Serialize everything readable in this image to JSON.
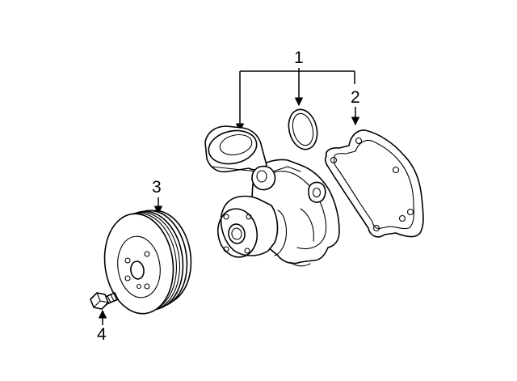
{
  "diagram": {
    "callouts": [
      {
        "id": "callout-1",
        "label": "1"
      },
      {
        "id": "callout-2",
        "label": "2"
      },
      {
        "id": "callout-3",
        "label": "3"
      },
      {
        "id": "callout-4",
        "label": "4"
      }
    ],
    "colors": {
      "line": "#000000",
      "background": "#ffffff"
    }
  }
}
